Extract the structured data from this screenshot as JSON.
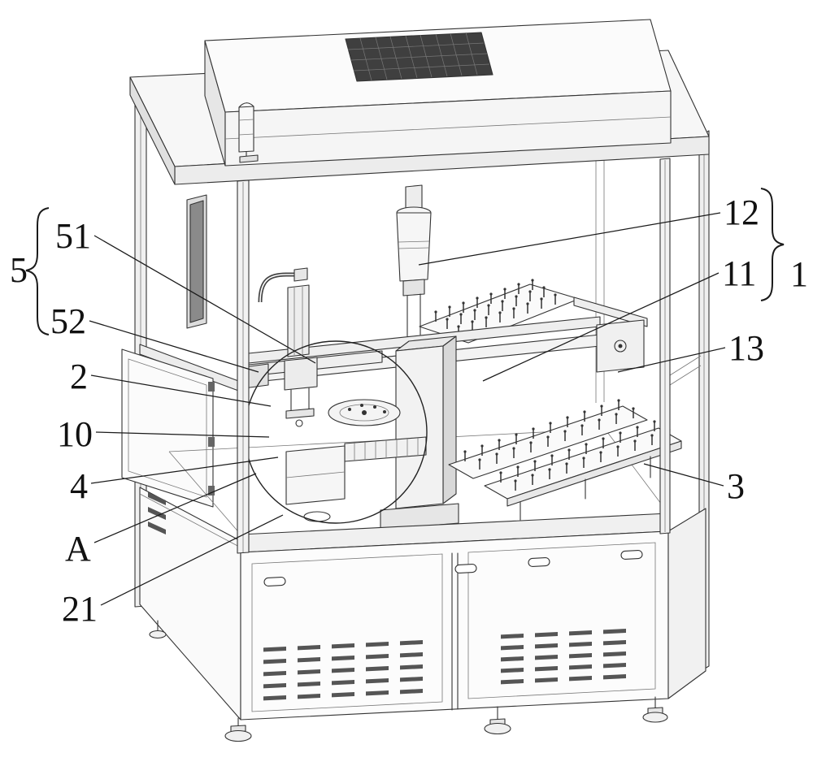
{
  "figure": {
    "kind": "patent_machine_diagram",
    "background": "#ffffff",
    "ink": "#2a2a2a",
    "reference_labels": {
      "n5": "5",
      "n51": "51",
      "n52": "52",
      "n2": "2",
      "n10": "10",
      "n4": "4",
      "nA": "A",
      "n21": "21",
      "n1": "1",
      "n12": "12",
      "n11": "11",
      "n13": "13",
      "n3": "3"
    },
    "groups": [
      {
        "label": "5",
        "members": [
          "51",
          "52"
        ],
        "side": "left"
      },
      {
        "label": "1",
        "members": [
          "12",
          "11"
        ],
        "side": "right"
      }
    ],
    "colors": {
      "vent_grid": "#3f3f3f",
      "louver": "#555555",
      "panel_light": "#f6f6f6",
      "panel_mid": "#e9e9e9",
      "panel_dark": "#d9d9d9"
    }
  }
}
